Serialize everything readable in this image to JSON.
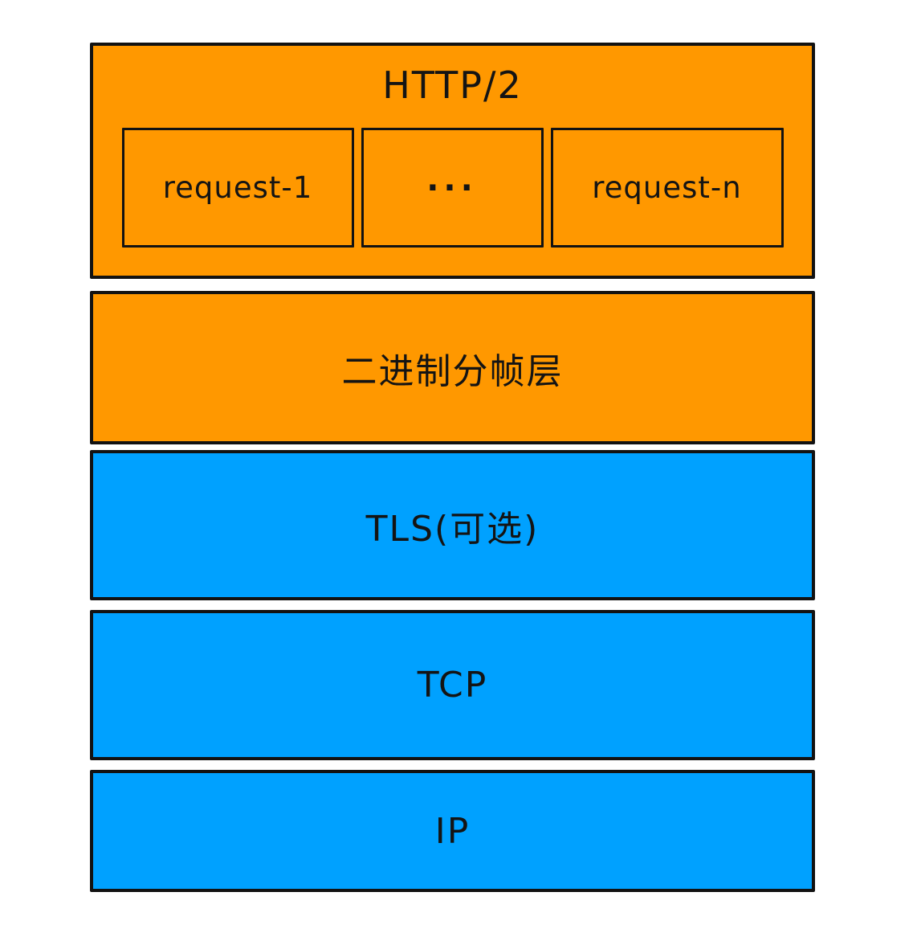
{
  "colors": {
    "orange": "#FF9800",
    "blue": "#00A1FF",
    "border": "#121212",
    "background": "#FFFFFF",
    "text": "#141414"
  },
  "stack": {
    "layers": [
      {
        "id": "http2",
        "label": "HTTP/2",
        "color": "#FF9800",
        "children": [
          {
            "label": "request-1"
          },
          {
            "label": "···"
          },
          {
            "label": "request-n"
          }
        ]
      },
      {
        "id": "binary-framing",
        "label": "二进制分帧层",
        "color": "#FF9800"
      },
      {
        "id": "tls",
        "label": "TLS(可选)",
        "color": "#00A1FF"
      },
      {
        "id": "tcp",
        "label": "TCP",
        "color": "#00A1FF"
      },
      {
        "id": "ip",
        "label": "IP",
        "color": "#00A1FF"
      }
    ]
  }
}
